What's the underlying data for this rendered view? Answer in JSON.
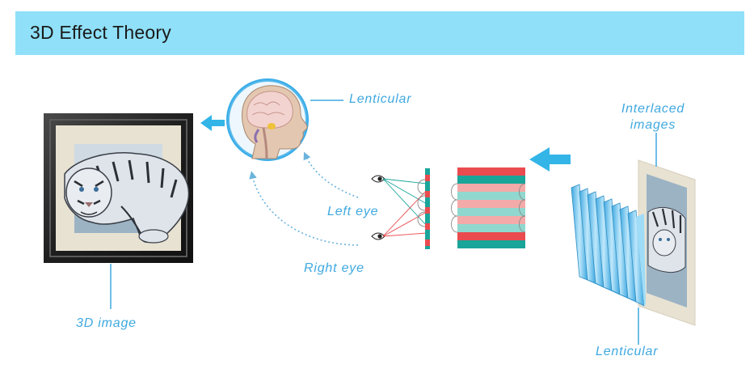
{
  "header": {
    "title": "3D Effect Theory"
  },
  "labels": {
    "lenticular_top": "Lenticular",
    "interlaced_line1": "Interlaced",
    "interlaced_line2": "images",
    "left_eye": "Left eye",
    "right_eye": "Right eye",
    "image_3d": "3D image",
    "lenticular_bottom": "Lenticular"
  },
  "colors": {
    "title_bar": "#8fe0f8",
    "label": "#3fa9e0",
    "arrow": "#33b5e8",
    "stripe_red": "#ea4b4f",
    "stripe_teal": "#1aa59a",
    "stripe_light_teal": "#90d8cf",
    "stripe_pink": "#f4aaa8",
    "lens_blue": "#6cc6ee"
  },
  "icons": {
    "brain": "brain-head-icon",
    "eye": "eye-icon",
    "arrow": "arrow-left-icon"
  }
}
